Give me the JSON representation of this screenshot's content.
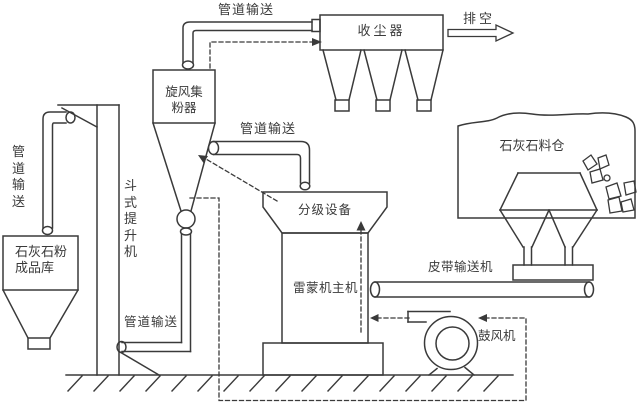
{
  "diagram": {
    "type": "process-flow-diagram",
    "labels": {
      "pipe_transport_top": "管道输送",
      "dust_collector": "收尘器",
      "exhaust": "排空",
      "cyclone_collector": "旋风集粉器",
      "pipe_transport_middle": "管道输送",
      "limestone_silo": "石灰石料仓",
      "pipe_transport_left": "管道输送",
      "bucket_elevator": "斗式提升机",
      "classifier": "分级设备",
      "product_bin": "石灰石粉成品库",
      "belt_conveyor": "皮带输送机",
      "mill_main": "雷蒙机主机",
      "pipe_transport_bottom": "管道输送",
      "blower": "鼓风机"
    },
    "colors": {
      "line": "#3a3a3a",
      "text": "#3a3a3a",
      "background": "#ffffff"
    }
  }
}
